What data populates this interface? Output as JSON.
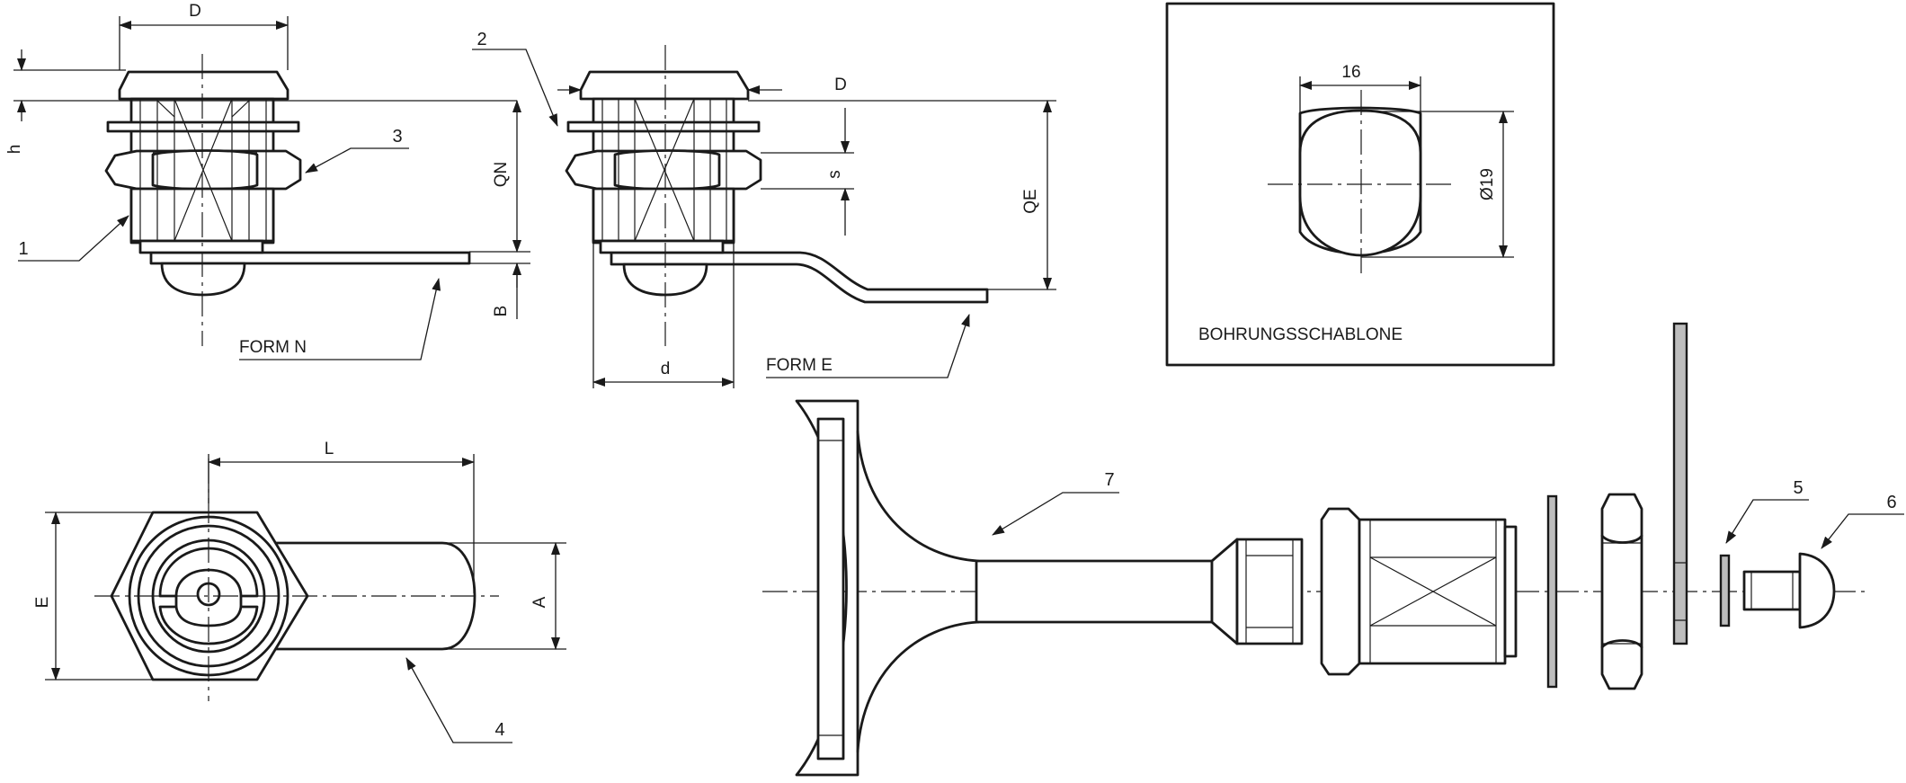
{
  "labels": {
    "D_left": "D",
    "h": "h",
    "QN": "QN",
    "B": "B",
    "item_1": "1",
    "item_2": "2",
    "item_3": "3",
    "form_n": "FORM N",
    "D_mid": "D",
    "s": "s",
    "QE": "QE",
    "d": "d",
    "form_e": "FORM E",
    "template_title": "BOHRUNGSSCHABLONE",
    "dim_16": "16",
    "dim_19": "Ø19",
    "L": "L",
    "E": "E",
    "A": "A",
    "item_4": "4",
    "item_5": "5",
    "item_6": "6",
    "item_7": "7"
  }
}
